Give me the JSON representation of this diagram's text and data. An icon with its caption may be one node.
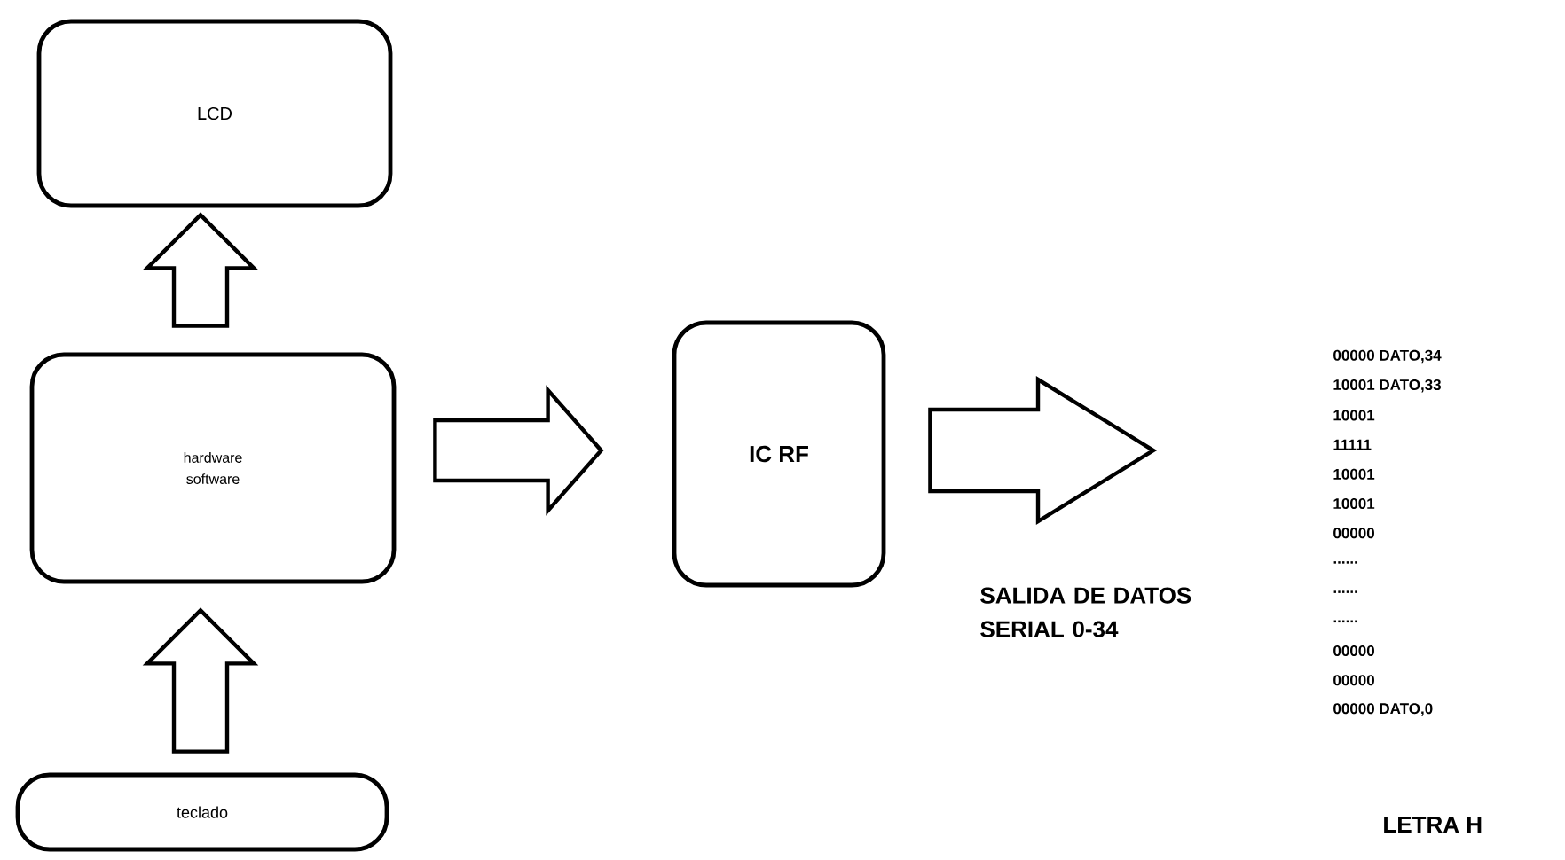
{
  "diagram": {
    "nodes": [
      {
        "text": [
          "LCD"
        ]
      },
      {
        "text": [
          "hardware",
          "software"
        ]
      },
      {
        "text": [
          "IC  RF"
        ]
      },
      {
        "text": [
          "teclado"
        ]
      }
    ],
    "edges": [
      {
        "from": 1,
        "to": 0,
        "arrow": "to"
      },
      {
        "from": 3,
        "to": 1,
        "arrow": "to"
      },
      {
        "from": 1,
        "to": 2,
        "arrow": "to"
      },
      {
        "from": 2,
        "to": null,
        "arrow": "to"
      }
    ],
    "labels": [
      "00000  DATO,34",
      "10001  DATO,33",
      "10001",
      "11111",
      "10001",
      "10001",
      "00000",
      "......",
      "......",
      "......",
      "00000",
      "00000",
      "00000 DATO,0",
      "SALIDA DE DATOS SERIAL 0-34",
      "LETRA H"
    ]
  }
}
